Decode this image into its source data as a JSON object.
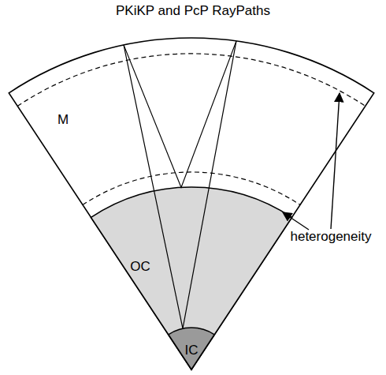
{
  "diagram": {
    "title": "PKiKP and PcP RayPaths",
    "nodes": [
      {
        "text": [
          "M"
        ]
      },
      {
        "text": [
          "OC"
        ]
      },
      {
        "text": [
          "IC"
        ]
      }
    ],
    "labels": [
      "heterogeneity"
    ]
  }
}
